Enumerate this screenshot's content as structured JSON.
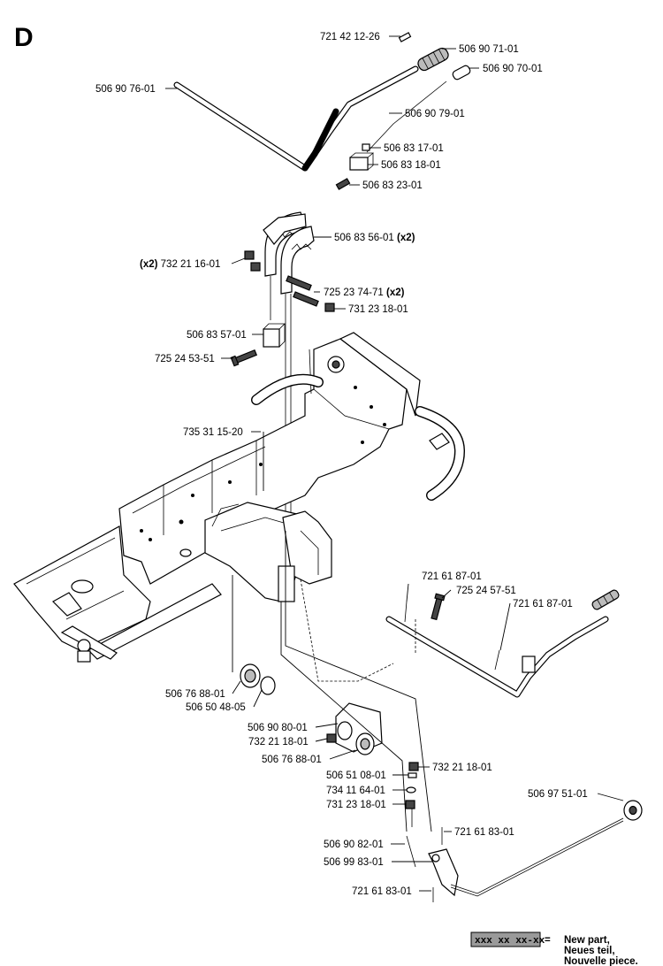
{
  "section_letter": "D",
  "parts": [
    {
      "id": "p1",
      "number": "721 42 12-26"
    },
    {
      "id": "p2",
      "number": "506 90 71-01"
    },
    {
      "id": "p3",
      "number": "506 90 70-01"
    },
    {
      "id": "p4",
      "number": "506 90 76-01"
    },
    {
      "id": "p5",
      "number": "506 90 79-01"
    },
    {
      "id": "p6",
      "number": "506 83 17-01"
    },
    {
      "id": "p7",
      "number": "506 83 18-01"
    },
    {
      "id": "p8",
      "number": "506 83 23-01"
    },
    {
      "id": "p9",
      "number": "506 83 56-01",
      "qty": "(x2)"
    },
    {
      "id": "p10",
      "number": "732 21 16-01",
      "qty": "(x2)"
    },
    {
      "id": "p11",
      "number": "725 23 74-71",
      "qty": "(x2)"
    },
    {
      "id": "p12",
      "number": "731 23 18-01"
    },
    {
      "id": "p13",
      "number": "506 83 57-01"
    },
    {
      "id": "p14",
      "number": "725 24 53-51"
    },
    {
      "id": "p15",
      "number": "735 31 15-20"
    },
    {
      "id": "p16",
      "number": "721 61 87-01"
    },
    {
      "id": "p17",
      "number": "725 24 57-51"
    },
    {
      "id": "p18",
      "number": "721 61 87-01"
    },
    {
      "id": "p19",
      "number": "506 76 88-01"
    },
    {
      "id": "p20",
      "number": "506 50 48-05"
    },
    {
      "id": "p21",
      "number": "506 90 80-01"
    },
    {
      "id": "p22",
      "number": "732 21 18-01"
    },
    {
      "id": "p23",
      "number": "506 76 88-01"
    },
    {
      "id": "p24",
      "number": "732 21 18-01"
    },
    {
      "id": "p25",
      "number": "506 51 08-01"
    },
    {
      "id": "p26",
      "number": "734 11 64-01"
    },
    {
      "id": "p27",
      "number": "731 23 18-01"
    },
    {
      "id": "p28",
      "number": "506 97 51-01"
    },
    {
      "id": "p29",
      "number": "721 61 83-01"
    },
    {
      "id": "p30",
      "number": "506 90 82-01"
    },
    {
      "id": "p31",
      "number": "506 99 83-01"
    },
    {
      "id": "p32",
      "number": "721 61 83-01"
    }
  ],
  "legend": {
    "box_text": "xxx xx xx-xx",
    "equals": "=",
    "line1": "New part,",
    "line2": "Neues teil,",
    "line3": "Nouvelle piece."
  }
}
